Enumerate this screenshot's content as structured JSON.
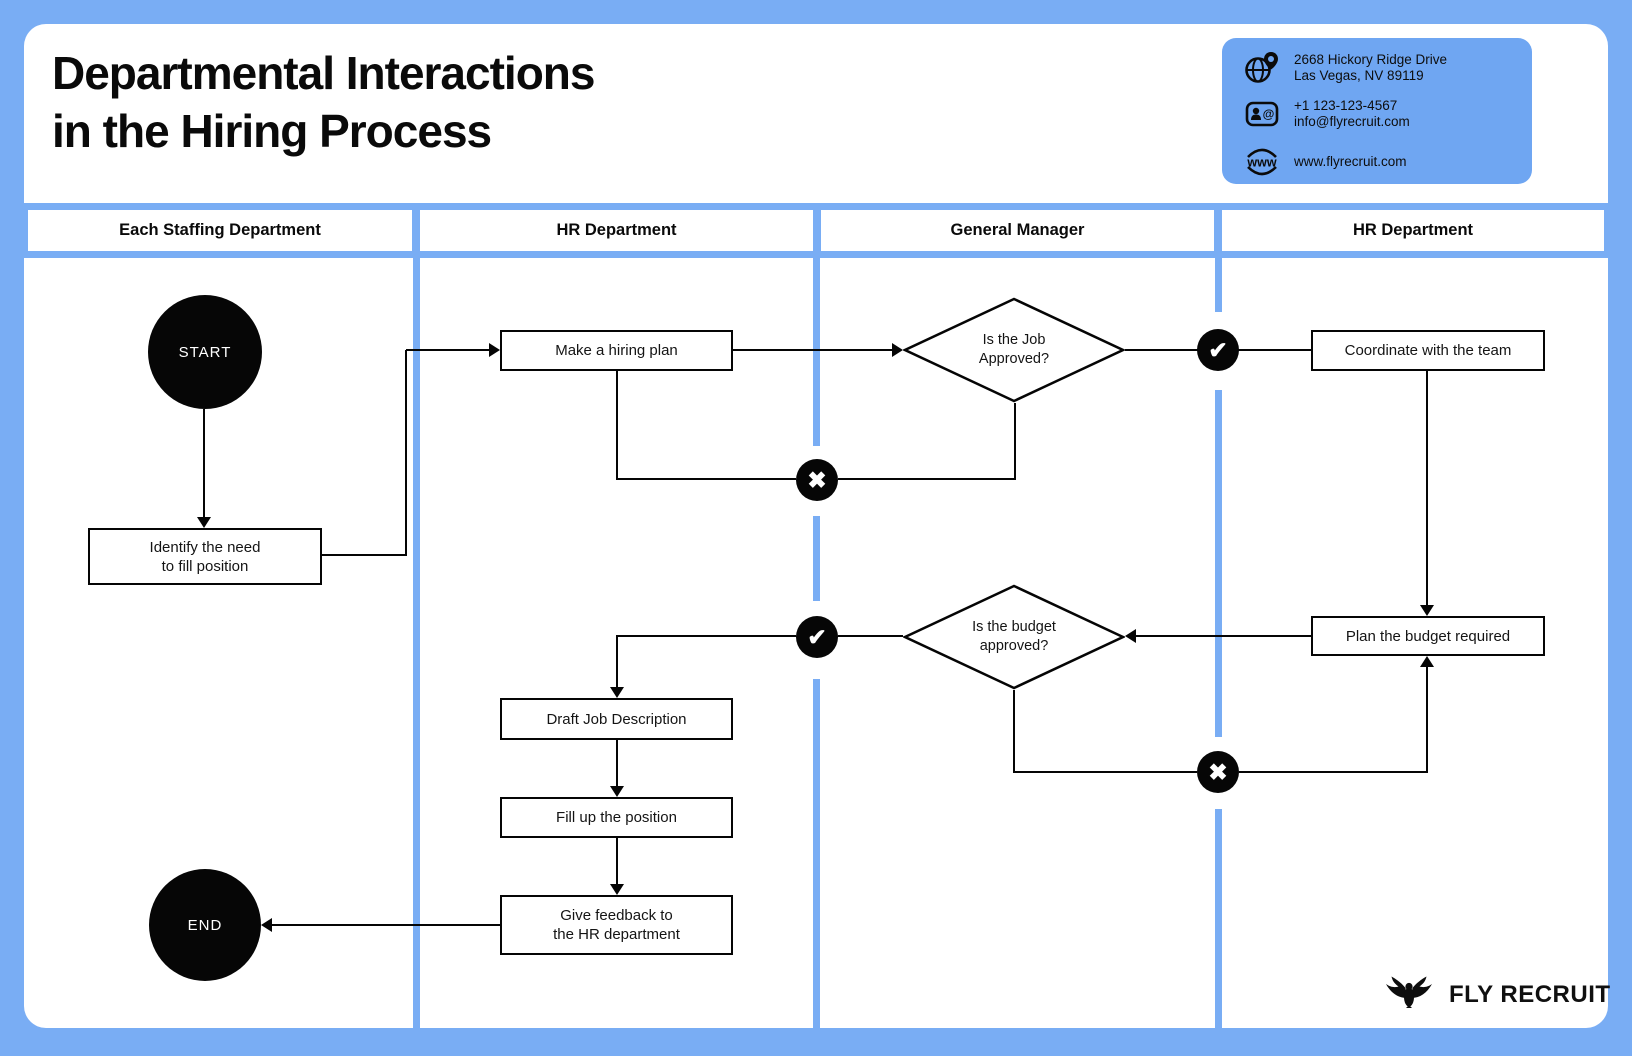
{
  "title": {
    "lines": [
      "Departmental Interactions",
      "in the Hiring Process"
    ]
  },
  "contact": {
    "address": [
      "2668 Hickory Ridge Drive",
      "Las Vegas, NV 89119"
    ],
    "phone": "+1 123-123-4567",
    "email": "info@flyrecruit.com",
    "website": "www.flyrecruit.com"
  },
  "lanes": [
    {
      "label": "Each Staffing Department"
    },
    {
      "label": "HR Department"
    },
    {
      "label": "General Manager"
    },
    {
      "label": "HR Department"
    }
  ],
  "nodes": {
    "start": {
      "label": "START"
    },
    "identify": {
      "lines": [
        "Identify the need",
        "to fill position"
      ]
    },
    "make_plan": {
      "label": "Make a hiring plan"
    },
    "job_approved": {
      "lines": [
        "Is the Job",
        "Approved?"
      ]
    },
    "coordinate": {
      "label": "Coordinate with the team"
    },
    "plan_budget": {
      "label": "Plan the budget required"
    },
    "budget_approved": {
      "lines": [
        "Is the budget",
        "approved?"
      ]
    },
    "draft_jd": {
      "label": "Draft Job Description"
    },
    "fill_position": {
      "label": "Fill up the position"
    },
    "give_feedback": {
      "lines": [
        "Give feedback to",
        "the HR department"
      ]
    },
    "end": {
      "label": "END"
    }
  },
  "icons": {
    "check": "✔",
    "cross": "✖"
  },
  "branding": {
    "logo_text": "FLY RECRUIT"
  },
  "colors": {
    "frame_blue": "#79ADF4",
    "card_blue": "#6FA6F2"
  }
}
